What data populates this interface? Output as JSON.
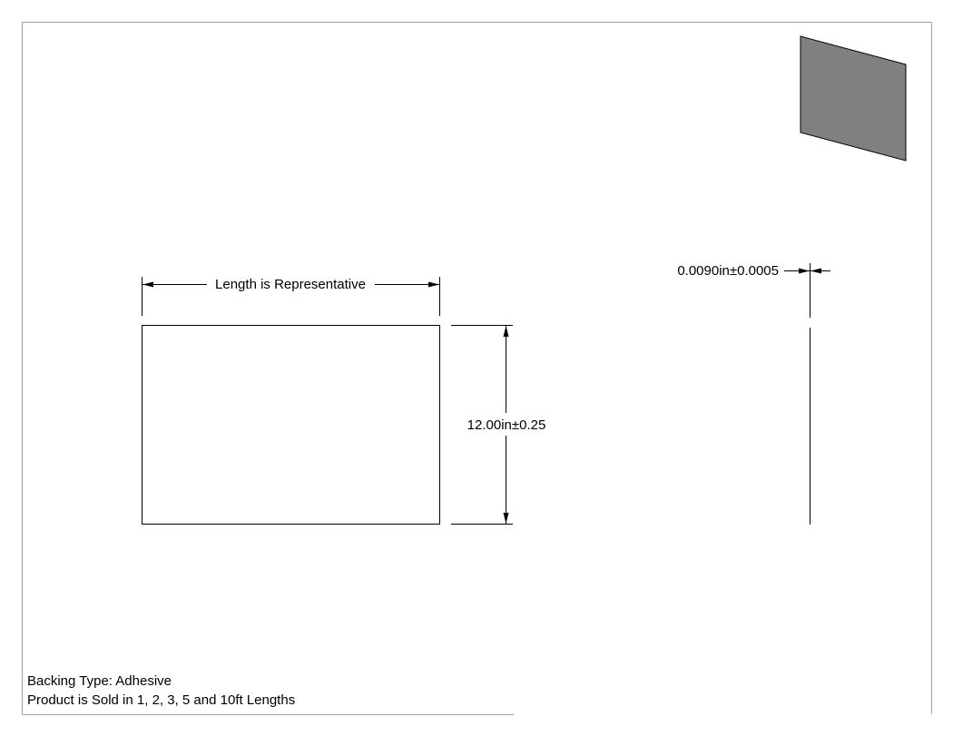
{
  "dimensions": {
    "length_label": "Length is Representative",
    "width_label": "12.00in±0.25",
    "thickness_label": "0.0090in±0.0005"
  },
  "notes": {
    "backing_type": "Backing Type: Adhesive",
    "sold_in": "Product is Sold in 1, 2, 3, 5 and 10ft Lengths"
  },
  "colors": {
    "line": "#000000",
    "border": "#a0a0a0",
    "iso_fill": "#808080"
  }
}
